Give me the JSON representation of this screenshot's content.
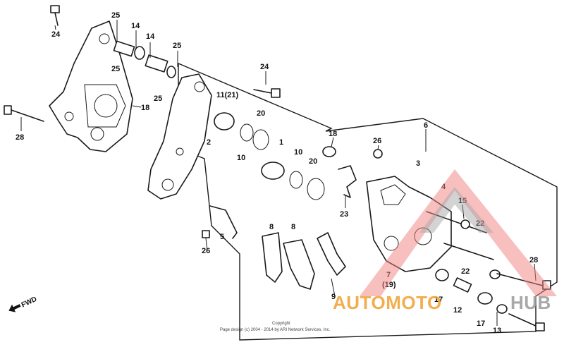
{
  "diagram": {
    "callouts": [
      {
        "id": "c24a",
        "text": "24"
      },
      {
        "id": "c25a",
        "text": "25"
      },
      {
        "id": "c14a",
        "text": "14"
      },
      {
        "id": "c14b",
        "text": "14"
      },
      {
        "id": "c25b",
        "text": "25"
      },
      {
        "id": "c25c",
        "text": "25"
      },
      {
        "id": "c25d",
        "text": "25"
      },
      {
        "id": "c24b",
        "text": "24"
      },
      {
        "id": "c11",
        "text": "11(21)"
      },
      {
        "id": "c18a",
        "text": "18"
      },
      {
        "id": "c28a",
        "text": "28"
      },
      {
        "id": "c2",
        "text": "2"
      },
      {
        "id": "c20a",
        "text": "20"
      },
      {
        "id": "c10a",
        "text": "10"
      },
      {
        "id": "c1",
        "text": "1"
      },
      {
        "id": "c10b",
        "text": "10"
      },
      {
        "id": "c20b",
        "text": "20"
      },
      {
        "id": "c18b",
        "text": "18"
      },
      {
        "id": "c26a",
        "text": "26"
      },
      {
        "id": "c6",
        "text": "6"
      },
      {
        "id": "c3",
        "text": "3"
      },
      {
        "id": "c4",
        "text": "4"
      },
      {
        "id": "c23",
        "text": "23"
      },
      {
        "id": "c15",
        "text": "15"
      },
      {
        "id": "c22a",
        "text": "22"
      },
      {
        "id": "c5",
        "text": "5"
      },
      {
        "id": "c26b",
        "text": "26"
      },
      {
        "id": "c8a",
        "text": "8"
      },
      {
        "id": "c8b",
        "text": "8"
      },
      {
        "id": "c22b",
        "text": "22"
      },
      {
        "id": "c7",
        "text": "7"
      },
      {
        "id": "c19",
        "text": "(19)"
      },
      {
        "id": "c28b",
        "text": "28"
      },
      {
        "id": "c9",
        "text": "9"
      },
      {
        "id": "c17a",
        "text": "17"
      },
      {
        "id": "c12",
        "text": "12"
      },
      {
        "id": "c17b",
        "text": "17"
      },
      {
        "id": "c13",
        "text": "13"
      }
    ],
    "fwd_label": "FWD",
    "copyright": {
      "line1": "Copyright",
      "line2": "Page design (c) 2004 - 2014 by ARI Network Services, Inc."
    }
  },
  "watermark": {
    "brand_left": "AUTOMOTO",
    "brand_right": "HUB",
    "colors": {
      "orange": "#f0a030",
      "pink": "#f08080",
      "gray": "#9a9a9a"
    }
  }
}
